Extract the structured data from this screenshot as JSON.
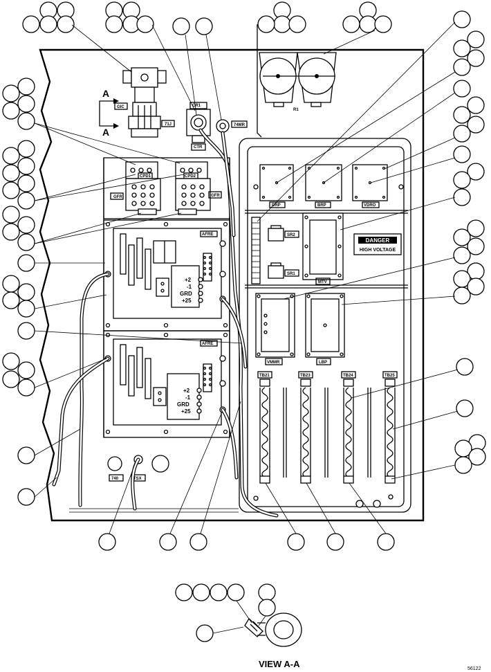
{
  "labels": {
    "view_title": "VIEW A-A",
    "figure_number": "56122",
    "section_a_top": "A",
    "section_a_bottom": "A",
    "danger": "DANGER",
    "high_voltage": "HIGH VOLTAGE",
    "power_terminals_1": [
      "+2",
      "-1",
      "GRD",
      "+25"
    ],
    "power_terminals_2": [
      "+2",
      "-1",
      "GRD",
      "+25"
    ]
  },
  "components": {
    "r1": "R1",
    "gic": "GIC",
    "t1j": "71J",
    "cr1": "CR1",
    "ctr": "CTR",
    "t4mr": "74MR",
    "cpd1": "CPD1",
    "cpd2": "CPD2",
    "gfr_left": "GFR",
    "gfr_right": "GFR",
    "afr_upper": "AFRE",
    "afr_lower": "AFRE",
    "drp": "DRP",
    "brp": "BRP",
    "vdro": "VDRO",
    "sr2": "SR2",
    "sr1": "SR1",
    "mtv": "MTV",
    "vmmr": "VMMR",
    "lbp": "LBP",
    "t4q": "740",
    "tsx": "TSX",
    "tb21": "TB21",
    "tb23": "TB23",
    "tb24": "TB24",
    "tb25": "TB25"
  }
}
